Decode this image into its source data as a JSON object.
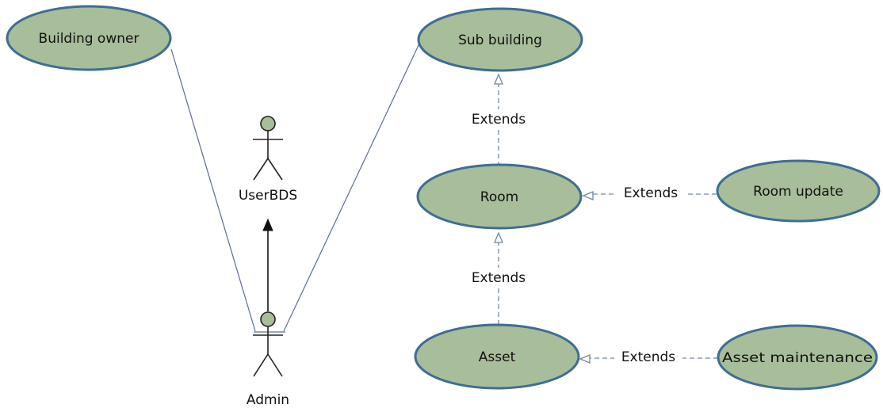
{
  "diagram": {
    "use_cases": {
      "building_owner": "Building owner",
      "sub_building": "Sub building",
      "room": "Room",
      "room_update": "Room update",
      "asset": "Asset",
      "asset_maintenance": "Asset maintenance"
    },
    "actors": {
      "userbds": "UserBDS",
      "admin": "Admin"
    },
    "relations": {
      "room_to_sub_building": "Extends",
      "room_update_to_room": "Extends",
      "asset_to_room": "Extends",
      "asset_maintenance_to_asset": "Extends"
    }
  },
  "colors": {
    "use_case_fill": "#a8bd99",
    "use_case_stroke": "#3f6d93",
    "association_line": "#5a6f93",
    "dashed_line": "#7486a4"
  }
}
